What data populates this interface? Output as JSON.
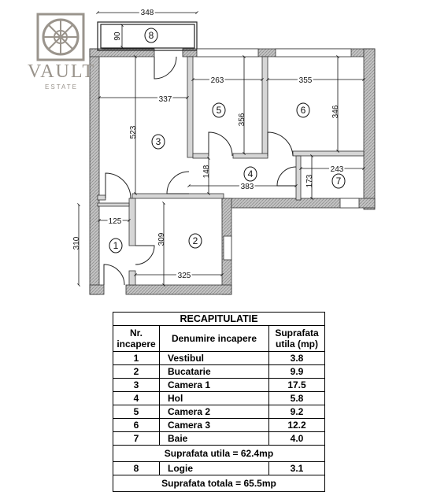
{
  "logo": {
    "wordmark": "VAULT",
    "subtitle": "ESTATE",
    "icon": "vault-door-icon"
  },
  "dimensions": {
    "d348": "348",
    "d90": "90",
    "d337": "337",
    "d523": "523",
    "d263": "263",
    "d356": "356",
    "d355": "355",
    "d346": "346",
    "d148": "148",
    "d383": "383",
    "d243": "243",
    "d173": "173",
    "d125": "125",
    "d310": "310",
    "d309": "309",
    "d325": "325"
  },
  "room_numbers": [
    "1",
    "2",
    "3",
    "4",
    "5",
    "6",
    "7",
    "8"
  ],
  "recap": {
    "title": "RECAPITULATIE",
    "col_nr": "Nr.\nincapere",
    "col_name": "Denumire incapere",
    "col_area": "Suprafata\nutila (mp)",
    "rows": [
      {
        "nr": "1",
        "name": "Vestibul",
        "area": "3.8"
      },
      {
        "nr": "2",
        "name": "Bucatarie",
        "area": "9.9"
      },
      {
        "nr": "3",
        "name": "Camera 1",
        "area": "17.5"
      },
      {
        "nr": "4",
        "name": "Hol",
        "area": "5.8"
      },
      {
        "nr": "5",
        "name": "Camera 2",
        "area": "9.2"
      },
      {
        "nr": "6",
        "name": "Camera 3",
        "area": "12.2"
      },
      {
        "nr": "7",
        "name": "Baie",
        "area": "4.0"
      }
    ],
    "useful_total": "Suprafata utila = 62.4mp",
    "extra_row": {
      "nr": "8",
      "name": "Logie",
      "area": "3.1"
    },
    "grand_total": "Suprafata totala = 65.5mp"
  },
  "colors": {
    "wall": "#b8b8b8",
    "line": "#111111",
    "watermark": "#9a948c"
  }
}
